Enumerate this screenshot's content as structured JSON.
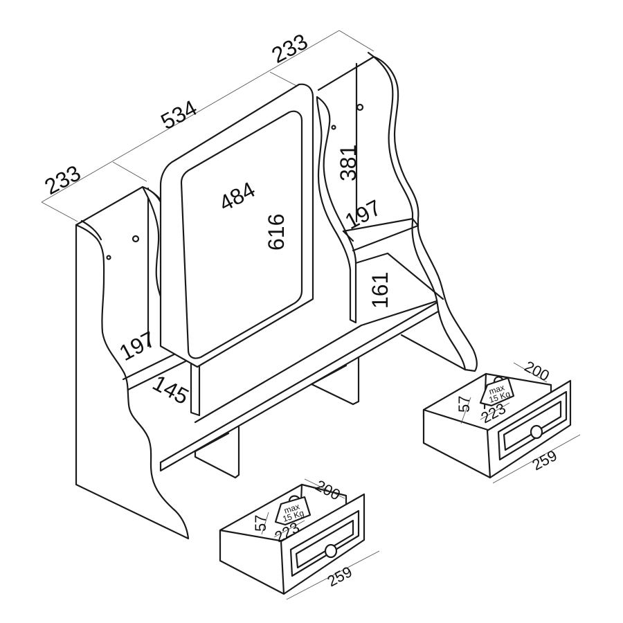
{
  "dimensions": {
    "left_depth": "233",
    "center_width": "534",
    "right_depth": "233",
    "mirror_width": "484",
    "mirror_height": "616",
    "right_tower_height": "381",
    "right_shelf_depth": "197",
    "right_lower_height": "161",
    "left_shelf_depth": "197",
    "left_lower_height": "145",
    "drawer1_depth": "200",
    "drawer1_inner_height": "57",
    "drawer1_inner_width": "223",
    "drawer1_front_width": "259",
    "drawer2_depth": "200",
    "drawer2_inner_height": "57",
    "drawer2_inner_width": "223",
    "drawer2_front_width": "259"
  },
  "weight_tag": {
    "line1": "max",
    "line2": "15 Kg"
  },
  "colors": {
    "stroke": "#1a1a1a",
    "dimension_line": "#555555",
    "background": "#ffffff"
  }
}
